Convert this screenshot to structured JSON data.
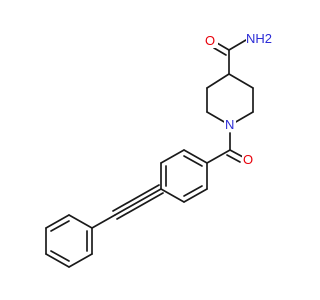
{
  "molecule": {
    "colors": {
      "bond": "#1a1a1a",
      "oxygen": "#e8000b",
      "nitrogen": "#2c2cd6",
      "background": "#ffffff"
    },
    "labels": {
      "amide_nh2": "NH2",
      "amide_o": "O",
      "ring_n": "N",
      "ketone_o": "O"
    }
  }
}
